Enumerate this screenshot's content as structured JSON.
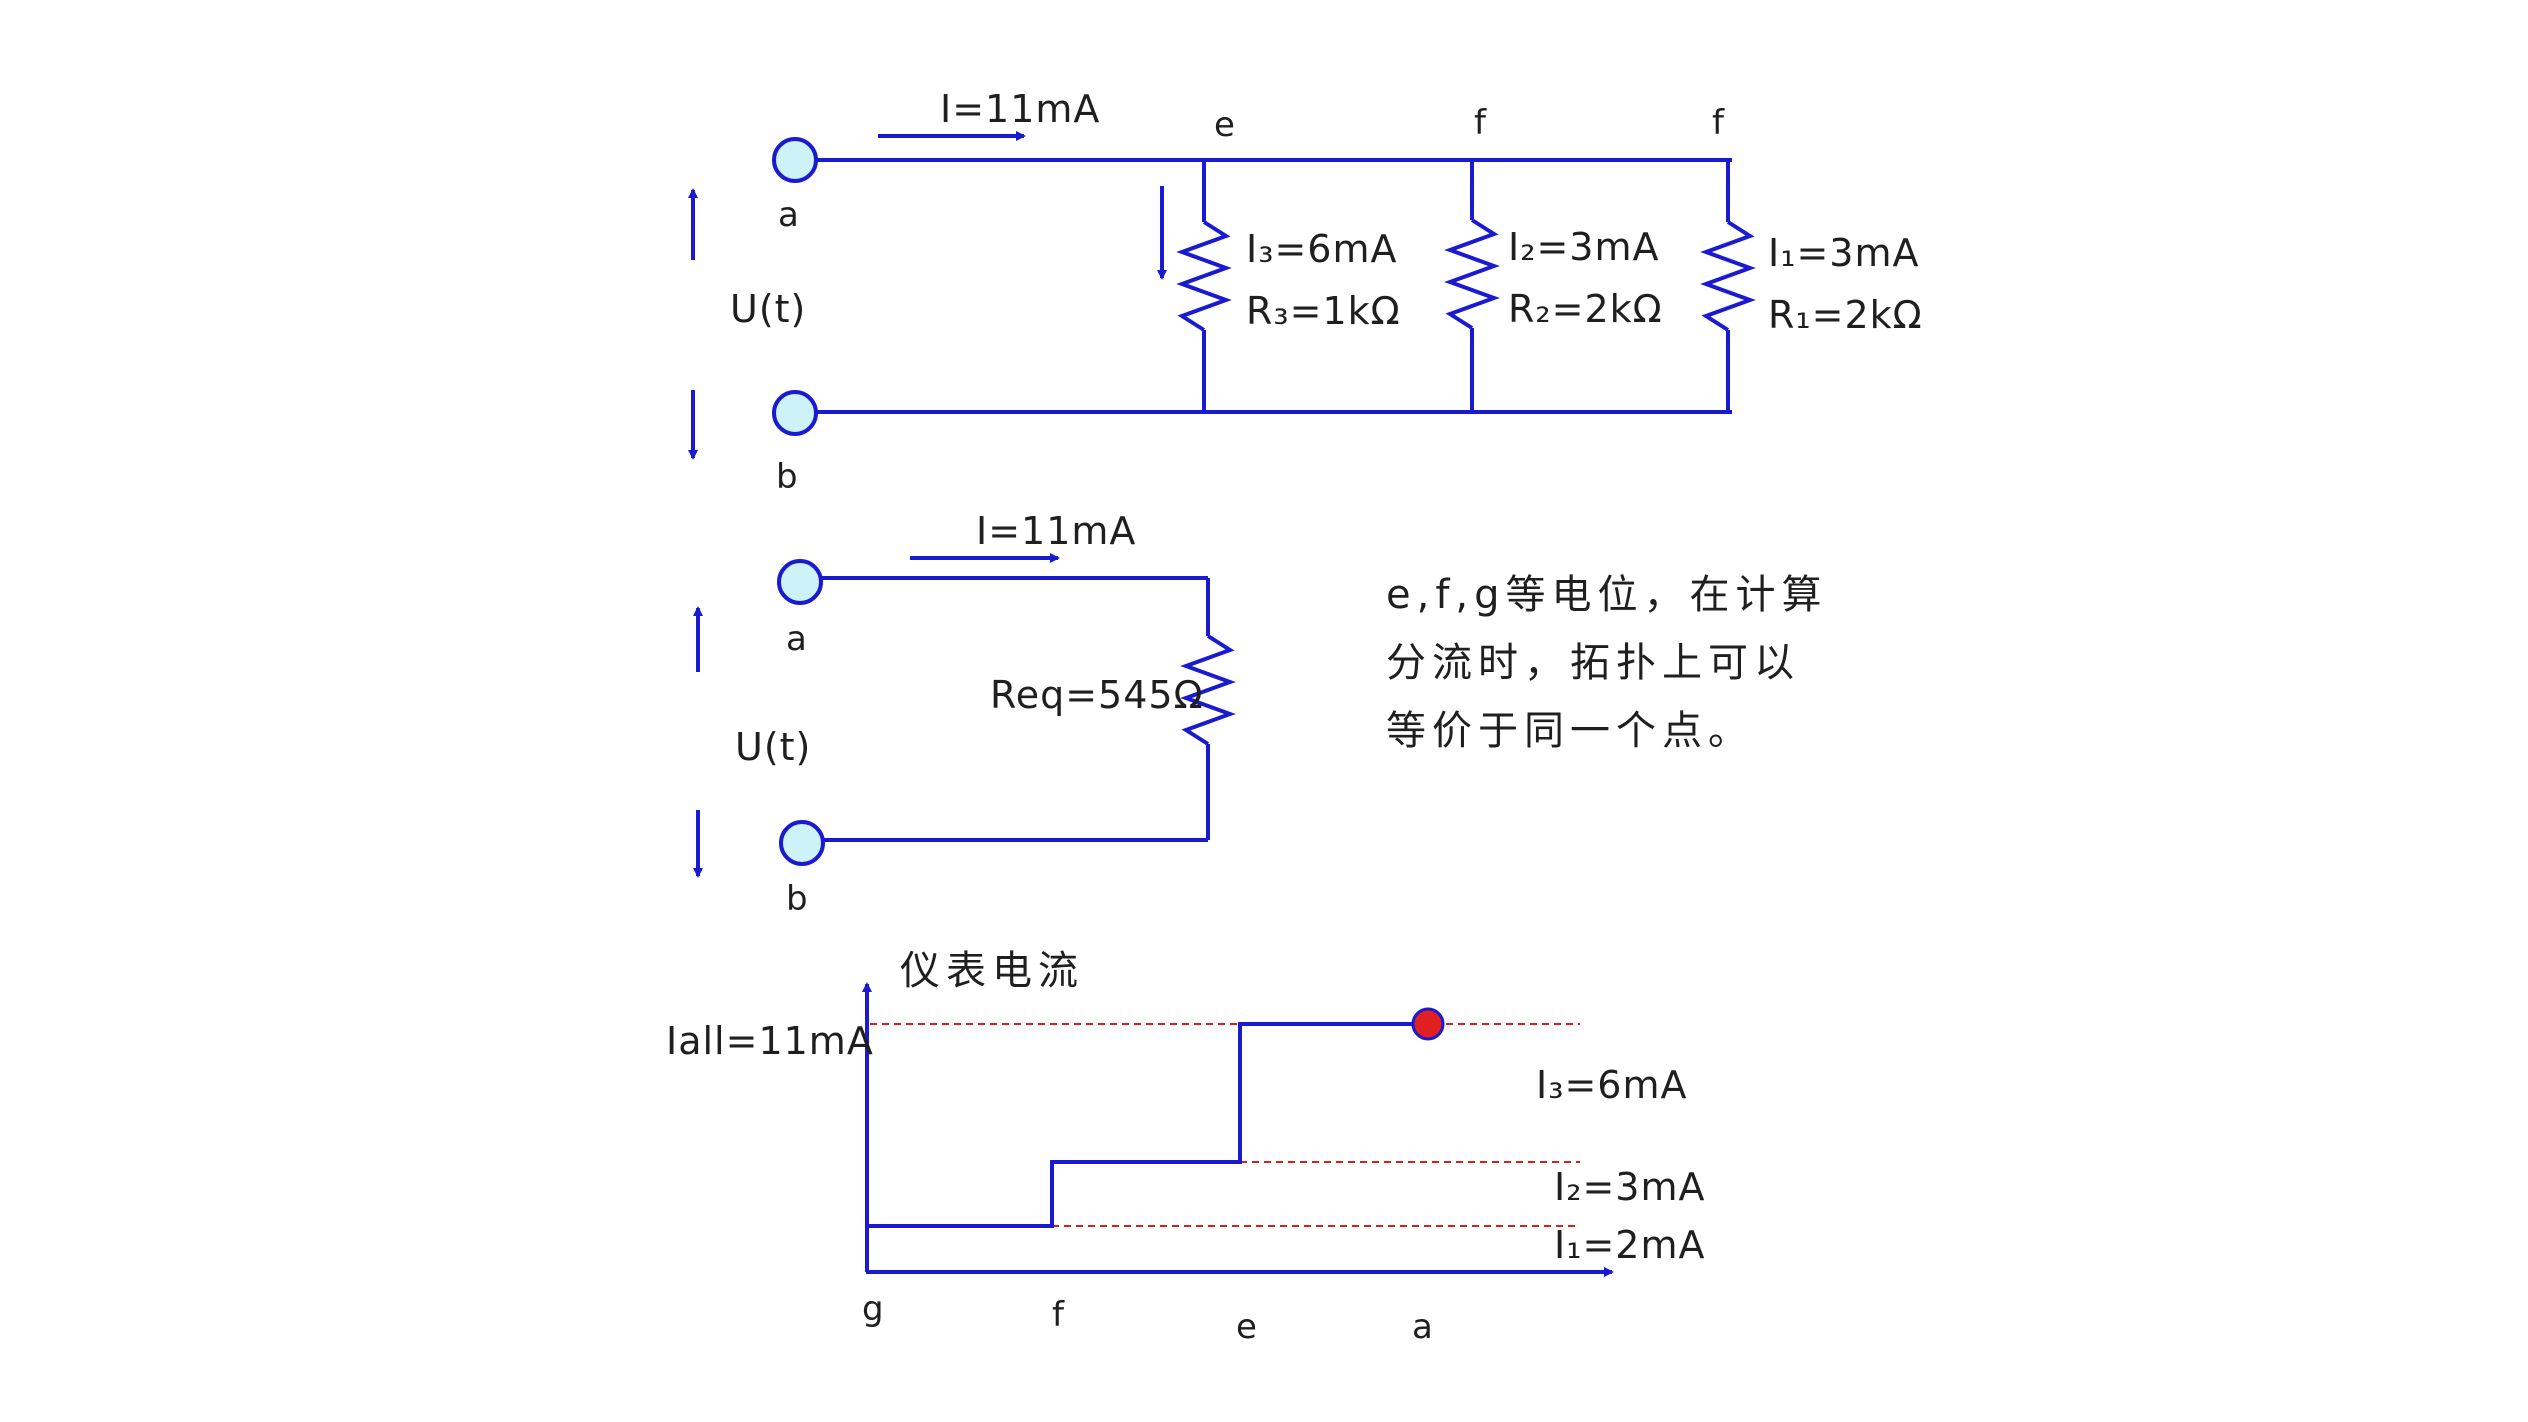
{
  "colors": {
    "wire": "#1a1ad0",
    "terminal_fill": "#cdf2f7",
    "dashed": "#d02020",
    "marker_fill": "#e02020",
    "text": "#1f1f1f"
  },
  "circuit1": {
    "current_I": "I=11mA",
    "node_top_1": "e",
    "node_top_2": "f",
    "node_top_3": "f",
    "terminal_a": "a",
    "terminal_b": "b",
    "voltage": "U(t)",
    "r3_current": "I₃=6mA",
    "r3_value": "R₃=1kΩ",
    "r2_current": "I₂=3mA",
    "r2_value": "R₂=2kΩ",
    "r1_current": "I₁=3mA",
    "r1_value": "R₁=2kΩ"
  },
  "circuit2": {
    "current_I": "I=11mA",
    "terminal_a": "a",
    "terminal_b": "b",
    "voltage": "U(t)",
    "req_value": "Req=545Ω"
  },
  "note": {
    "line1": "e,f,g等电位，在计算",
    "line2": "分流时，拓扑上可以",
    "line3": "等价于同一个点。"
  },
  "graph": {
    "ylabel": "仪表电流",
    "i_all": "Iall=11mA",
    "i3": "I₃=6mA",
    "i2": "I₂=3mA",
    "i1": "I₁=2mA",
    "x_labels": [
      "g",
      "f",
      "e",
      "a"
    ]
  }
}
